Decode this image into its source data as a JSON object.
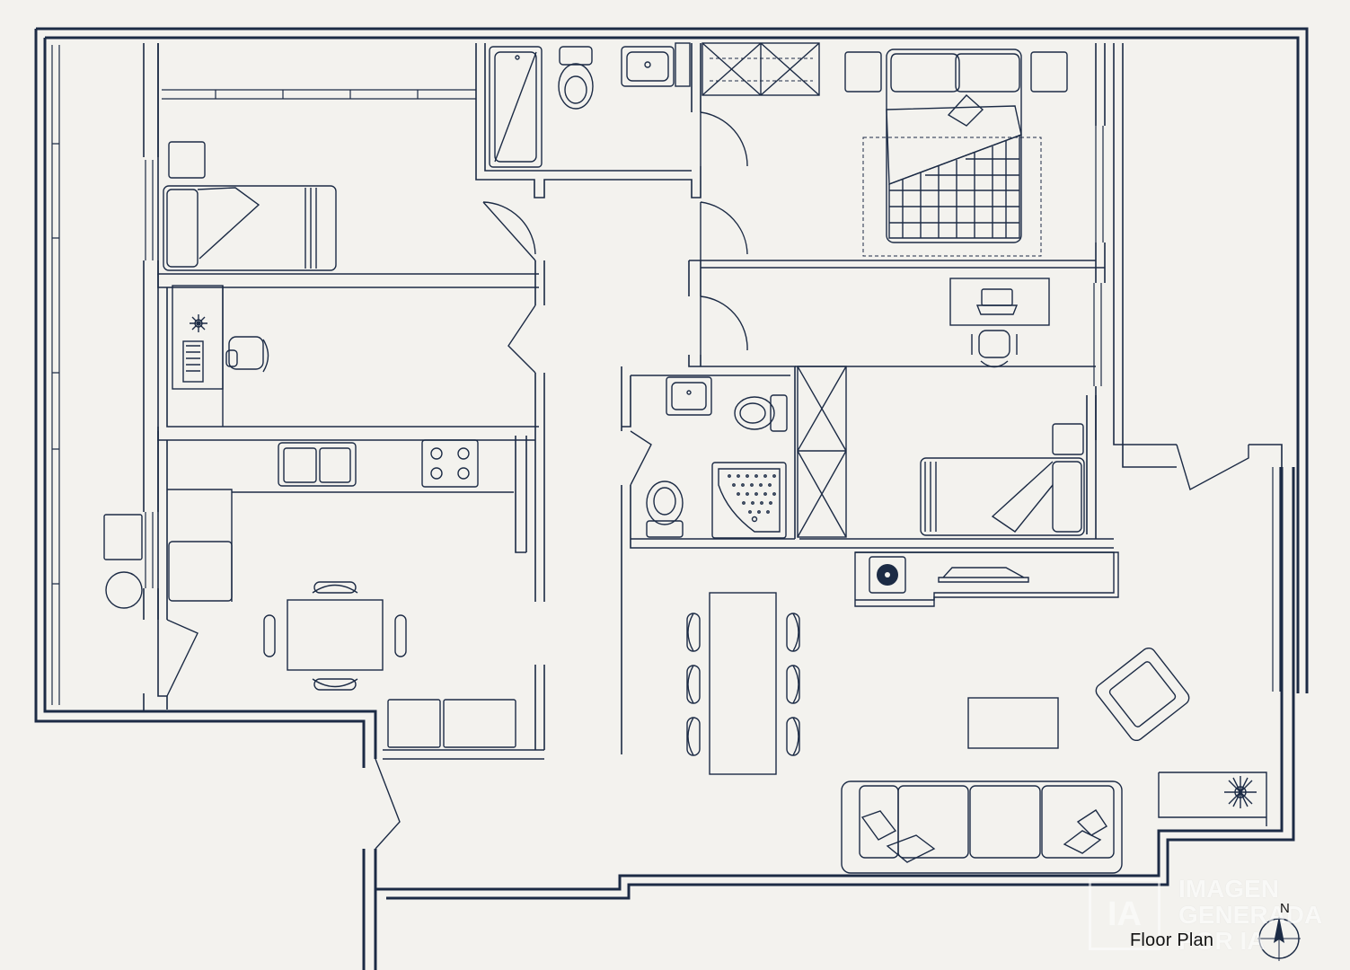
{
  "plan": {
    "label": "Floor Plan",
    "north_label": "N"
  },
  "watermark": {
    "box_text": "IA",
    "lines": [
      "IMAGEN",
      "GENERADA",
      "POR IA"
    ]
  },
  "colors": {
    "background": "#f3f2ee",
    "line": "#1c2b45",
    "watermark": "#ffffff"
  },
  "icons": [
    "compass-icon",
    "flower-icon",
    "laptop-icon",
    "record-player-icon"
  ]
}
